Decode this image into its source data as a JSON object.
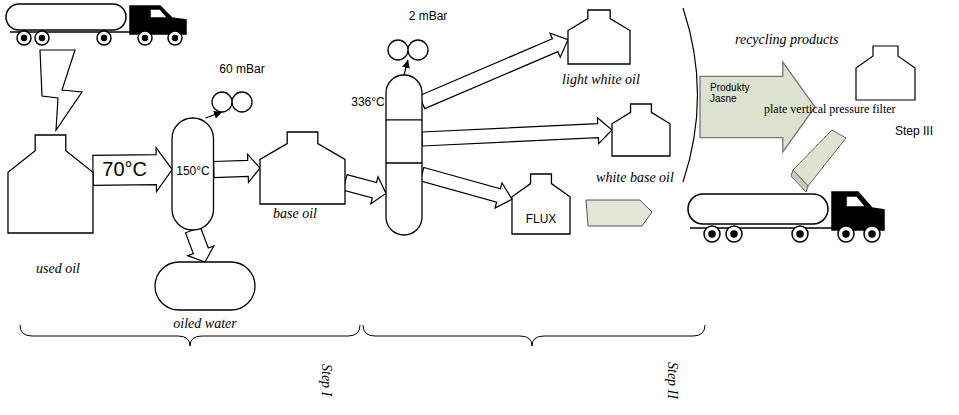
{
  "diagram": {
    "nodes": [
      {
        "text": [
          "used oil"
        ]
      },
      {
        "text": [
          "150°C"
        ]
      },
      {
        "text": [
          "60 mBar"
        ]
      },
      {
        "text": [
          "oiled water"
        ]
      },
      {
        "text": [
          "base oil"
        ]
      },
      {
        "text": [
          "336°C"
        ]
      },
      {
        "text": [
          "2 mBar"
        ]
      },
      {
        "text": [
          "light white oil"
        ]
      },
      {
        "text": [
          "white base oil"
        ]
      },
      {
        "text": [
          "FLUX"
        ]
      },
      {
        "text": [
          "Produkty Jasne"
        ]
      }
    ],
    "edges": [
      {
        "from": 0,
        "to": 1,
        "label": "70°C",
        "arrow": "to"
      },
      {
        "from": 1,
        "to": 2,
        "arrow": "to"
      },
      {
        "from": 1,
        "to": 3,
        "arrow": "to"
      },
      {
        "from": 1,
        "to": 4,
        "arrow": "to"
      },
      {
        "from": 4,
        "to": 5,
        "arrow": "to"
      },
      {
        "from": 5,
        "to": 6,
        "arrow": "to"
      },
      {
        "from": 5,
        "to": 7,
        "arrow": "to"
      },
      {
        "from": 5,
        "to": 8,
        "arrow": "to"
      },
      {
        "from": 5,
        "to": 9,
        "arrow": "to"
      }
    ],
    "labels": [
      "recycling products",
      "plate vertical pressure filter",
      "Step III",
      "Step I",
      "Step II"
    ]
  }
}
